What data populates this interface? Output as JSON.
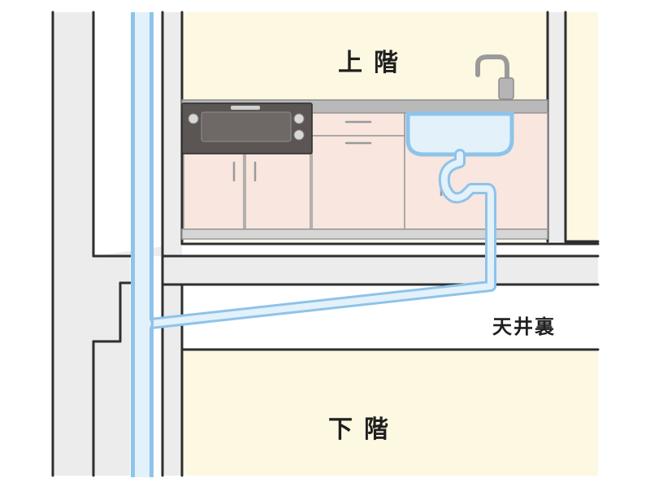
{
  "labels": {
    "upper_floor": "上階",
    "ceiling_space": "天井裏",
    "lower_floor": "下階"
  },
  "colors": {
    "room_fill": "#fdf8e1",
    "wall_fill": "#ececec",
    "outline": "#2e2e2e",
    "pipe_outline": "#8ec3ea",
    "pipe_fill": "#e3f1fb",
    "cabinet_fill": "#f8e6df",
    "stove_fill": "#5b5553",
    "counter_fill": "#b9b9b9"
  }
}
